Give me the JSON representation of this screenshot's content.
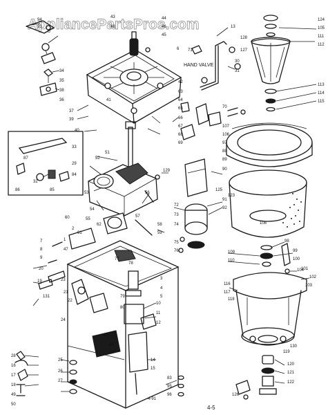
{
  "watermark": "AppliancePartsPros.com",
  "caption": "HAND VALVE",
  "page_number": "4-5",
  "footer_code": "4-91",
  "callouts": [
    "124",
    "105",
    "111",
    "112",
    "113",
    "114",
    "115",
    "94",
    "93",
    "43",
    "44",
    "46",
    "45",
    "6",
    "48",
    "34",
    "35",
    "38",
    "36",
    "37",
    "39",
    "40",
    "41",
    "42",
    "63",
    "64",
    "65",
    "66",
    "67",
    "68",
    "69",
    "70",
    "71",
    "13",
    "128",
    "127",
    "30",
    "31",
    "32",
    "33",
    "29",
    "84",
    "85",
    "86",
    "87",
    "88",
    "89",
    "90",
    "91",
    "92",
    "98",
    "99",
    "100",
    "101",
    "102",
    "103",
    "104",
    "116",
    "117",
    "118",
    "119",
    "120",
    "121",
    "122",
    "123",
    "125",
    "126",
    "129",
    "130",
    "131",
    "20",
    "21",
    "22",
    "23",
    "24",
    "25",
    "26",
    "27",
    "28",
    "16",
    "17",
    "18",
    "19",
    "10",
    "11",
    "12",
    "14",
    "15",
    "3",
    "4",
    "5",
    "7",
    "8",
    "9",
    "1",
    "2",
    "47",
    "49",
    "50",
    "51",
    "52",
    "53",
    "54",
    "55",
    "56",
    "57",
    "58",
    "59",
    "60",
    "61",
    "62",
    "72",
    "73",
    "74",
    "75",
    "76",
    "77",
    "78",
    "79",
    "80",
    "81",
    "82",
    "83",
    "95",
    "96",
    "97",
    "106",
    "107",
    "108",
    "109",
    "110"
  ]
}
